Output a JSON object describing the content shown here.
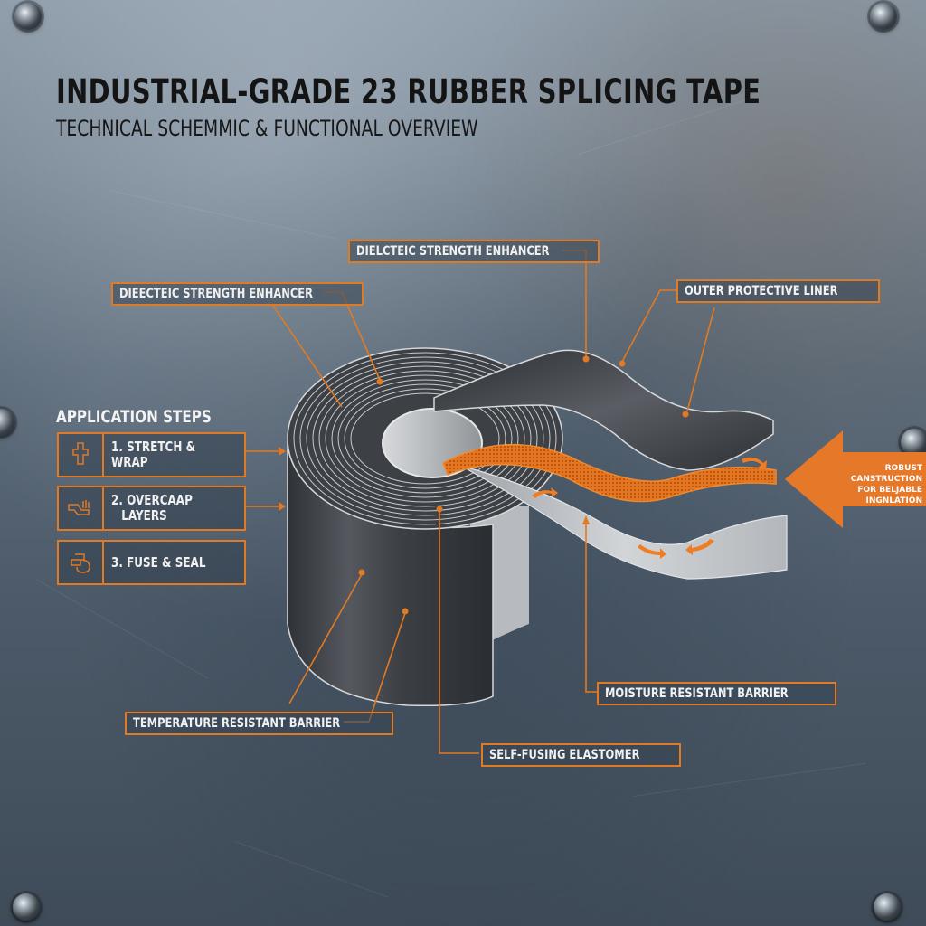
{
  "header": {
    "title": "INDUSTRIAL-GRADE 23 RUBBER SPLICING TAPE",
    "subtitle": "TECHNICAL SCHEMMIC & FUNCTIONAL OVERVIEW"
  },
  "callouts": {
    "dielectric_top": "DIELCTEIC STRENGTH ENHANCER",
    "dielectric_left": "DIEECTEIC STRENGTH ENHANCER",
    "outer_liner": "OUTER PROTECTIVE LINER",
    "moisture_barrier": "MOISTURE RESISTANT BARRIER",
    "temperature_barrier": "TEMPERATURE RESISTANT BARRIER",
    "self_fusing": "SELF-FUSING ELASTOMER"
  },
  "application_steps": {
    "heading": "APPLICATION STEPS",
    "steps": [
      {
        "label": "1. STRETCH & WRAP",
        "icon": "stretch-icon"
      },
      {
        "label": "2. OVERCAAP LAYERS",
        "line1": "2. OVERCAAP",
        "line2": "LAYERS",
        "icon": "hand-wrap-icon"
      },
      {
        "label": "3. FUSE & SEAL",
        "icon": "fuse-seal-icon"
      }
    ]
  },
  "banner": {
    "line1": "ROBUST CANSTRUCTION",
    "line2": "FOR BELJABLE",
    "line3": "INGNLATION"
  },
  "colors": {
    "accent": "#e07a24",
    "tape_dark": "#3a3d42",
    "liner_light": "#c9cccf",
    "elastomer_orange": "#e5761f"
  }
}
